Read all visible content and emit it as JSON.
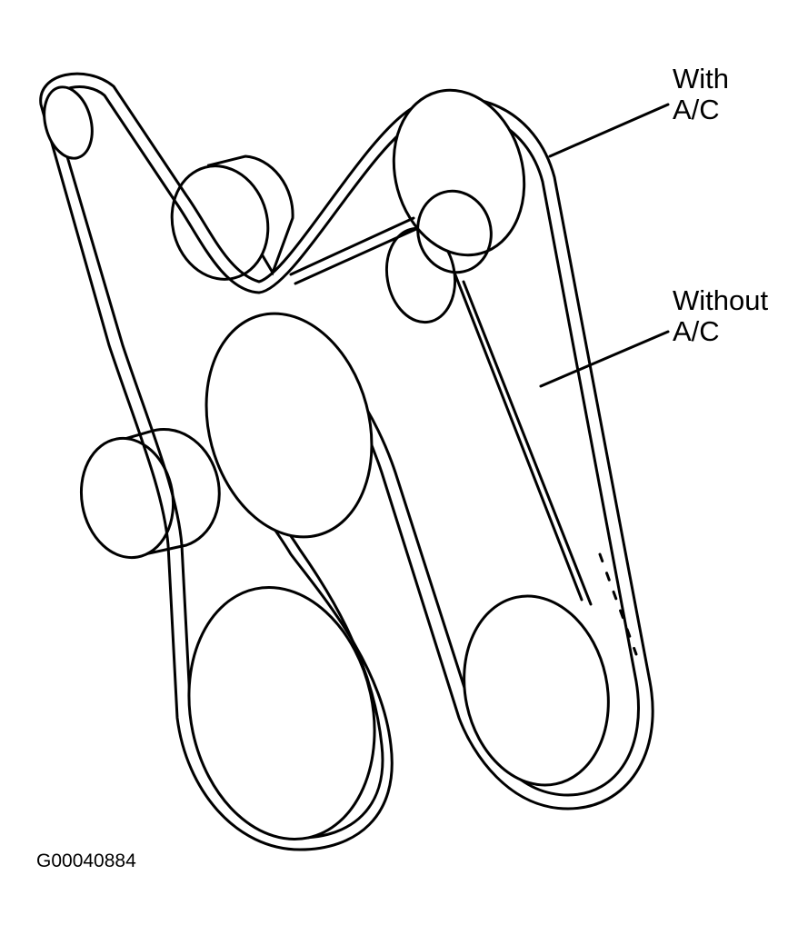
{
  "callouts": {
    "with_ac": [
      "With",
      "A/C"
    ],
    "without_ac": [
      "Without",
      "A/C"
    ]
  },
  "figure_id": "G00040884",
  "colors": {
    "line": "#000000",
    "background": "#ffffff"
  }
}
